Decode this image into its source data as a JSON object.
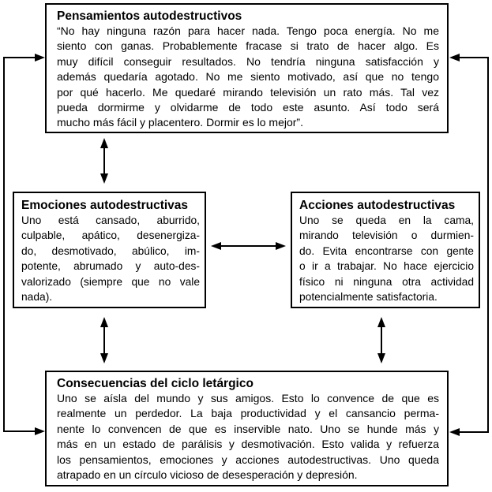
{
  "colors": {
    "background": "#ffffff",
    "border": "#000000",
    "text": "#000000",
    "arrow": "#000000"
  },
  "boxes": {
    "thoughts": {
      "title": "Pensamientos autodestructivos",
      "lines": [
        "“No hay ninguna razón para hacer nada. Tengo poca energía. No me",
        "siento con ganas. Probablemente fracase si trato de hacer algo. Es",
        "muy difícil conseguir resultados. No tendría ninguna satisfacción y",
        "además quedaría agotado. No me siento motivado, así que no tengo",
        "por qué hacerlo. Me quedaré mirando televisión un rato más. Tal vez",
        "pueda dormirme y olvidarme de todo este asunto. Así todo será",
        "mucho más fácil y placentero. Dormir es lo mejor”."
      ]
    },
    "emotions": {
      "title": "Emociones autodestructivas",
      "lines": [
        "Uno está cansado, aburrido,",
        "culpable, apático, desenergiza-",
        "do, desmotivado, abúlico, im-",
        "potente, abrumado y auto-des-",
        "valorizado (siempre que no vale",
        "nada)."
      ]
    },
    "actions": {
      "title": "Acciones autodestructivas",
      "lines": [
        "Uno se queda en la cama,",
        "mirando televisión o durmien-",
        "do. Evita encontrarse con gente",
        "o ir a trabajar. No hace ejercicio",
        "físico ni ninguna otra actividad",
        "potencialmente satisfactoria."
      ]
    },
    "consequences": {
      "title": "Consecuencias del ciclo letárgico",
      "lines": [
        "Uno se aísla del mundo y sus amigos. Esto lo convence de que es",
        "realmente un perdedor. La baja productividad y el cansancio perma-",
        "nente lo convencen de que es inservible nato. Uno se hunde más y",
        "más en un estado de parálisis y desmotivación. Esto valida y refuerza",
        "los pensamientos, emociones y acciones autodestructivas. Uno queda",
        "atrapado en un círculo vicioso de desesperación y depresión."
      ]
    }
  }
}
